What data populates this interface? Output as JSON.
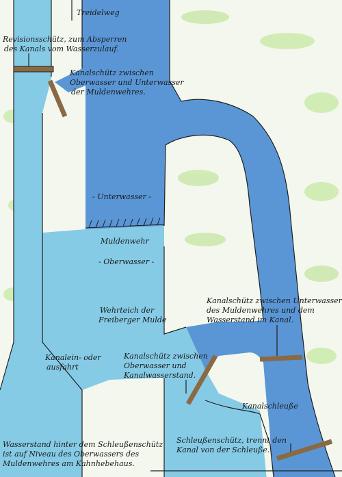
{
  "labels": {
    "treidelweg": "Treidelweg",
    "revisionsschuetz_1": "Revisionsschütz, zum Absperren",
    "revisionsschuetz_2": "des Kanals vom Wasserzulauf.",
    "kanalschuetz_ow_uw_1": "Kanalschütz zwischen",
    "kanalschuetz_ow_uw_2": "Oberwasser und Unterwasser",
    "kanalschuetz_ow_uw_3": "der Muldenwehres.",
    "unterwasser": "- Unterwasser -",
    "muldenwehr": "Muldenwehr",
    "oberwasser": "- Oberwasser -",
    "wehrteich_1": "Wehrteich der",
    "wehrteich_2": "Freiberger Mulde",
    "kanalschuetz_uw_kanal_1": "Kanalschütz zwischen Unterwasser",
    "kanalschuetz_uw_kanal_2": "des Muldenwehres und dem",
    "kanalschuetz_uw_kanal_3": "Wasserstand im Kanal.",
    "kanalein_1": "Kanalein- oder",
    "kanalein_2": "ausfahrt",
    "kanalschuetz_ow_kanal_1": "Kanalschütz zwischen",
    "kanalschuetz_ow_kanal_2": "Oberwasser und",
    "kanalschuetz_ow_kanal_3": "Kanalwasserstand.",
    "kanalschleuse": "Kanalschleuße",
    "wasserstand_1": "Wasserstand hinter dem Schleußenschütz",
    "wasserstand_2": "ist auf Niveau des Oberwassers des",
    "wasserstand_3": "Muldenwehres am Kahnhebehaus.",
    "schleusenschuetz_1": "Schleußenschütz, trennt den",
    "schleusenschuetz_2": "Kanal von der Schleuße."
  },
  "colors": {
    "background": "#f4f7ee",
    "grass": "#c9e8a8",
    "light_water": "#86cbe6",
    "dark_water": "#5a96d6",
    "gate": "#8a6a44",
    "line": "#1f1f1f"
  }
}
